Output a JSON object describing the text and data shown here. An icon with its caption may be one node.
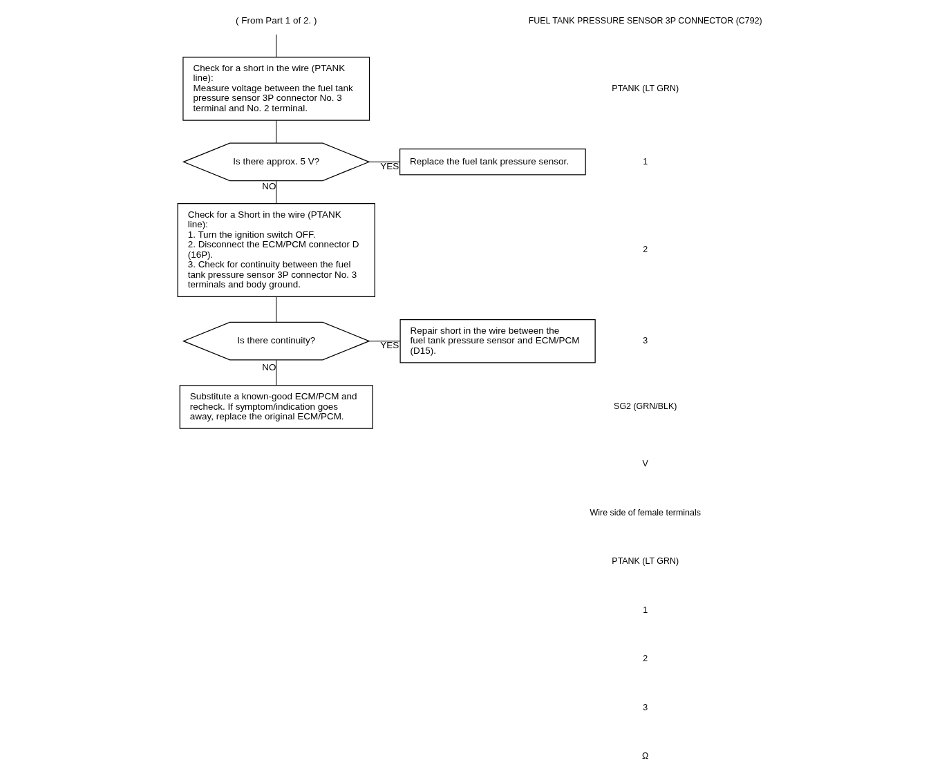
{
  "diagram": {
    "nodes": [
      {
        "text": [
          "( From Part 1 of 2. )"
        ]
      },
      {
        "text": [
          "Check for a short in the wire (PTANK line):",
          "Measure voltage between the fuel tank pressure sensor 3P connector No. 3 terminal and No. 2 terminal."
        ]
      },
      {
        "text": [
          "Is there approx. 5 V?"
        ]
      },
      {
        "text": [
          "Replace the fuel tank pressure sensor."
        ]
      },
      {
        "text": [
          "Check for a Short in the wire (PTANK line):",
          "1. Turn the ignition switch OFF.",
          "2. Disconnect the ECM/PCM connector D (16P).",
          "3. Check for continuity between the fuel tank pressure sensor 3P connector No. 3 terminals and body ground."
        ]
      },
      {
        "text": [
          "Is there continuity?"
        ]
      },
      {
        "text": [
          "Repair short in the wire between the fuel tank pressure sensor and ECM/PCM (D15)."
        ]
      },
      {
        "text": [
          "Substitute a known-good ECM/PCM and recheck. If symptom/indication goes away, replace the original ECM/PCM."
        ]
      }
    ],
    "edges": [
      {
        "from": 0,
        "to": 1,
        "arrow": "none"
      },
      {
        "from": 1,
        "to": 2,
        "arrow": "none"
      },
      {
        "from": 2,
        "to": 3,
        "label": "YES",
        "arrow": "none"
      },
      {
        "from": 2,
        "to": 4,
        "label": "NO",
        "arrow": "none"
      },
      {
        "from": 4,
        "to": 5,
        "arrow": "none"
      },
      {
        "from": 5,
        "to": 6,
        "label": "YES",
        "arrow": "none"
      },
      {
        "from": 5,
        "to": 7,
        "label": "NO",
        "arrow": "none"
      }
    ],
    "labels": [
      "FUEL TANK PRESSURE SENSOR 3P CONNECTOR (C792)",
      "PTANK (LT GRN)",
      "1",
      "2",
      "3",
      "SG2 (GRN/BLK)",
      "V",
      "Wire side of female terminals",
      "PTANK (LT GRN)",
      "1",
      "2",
      "3",
      "Ω"
    ]
  }
}
